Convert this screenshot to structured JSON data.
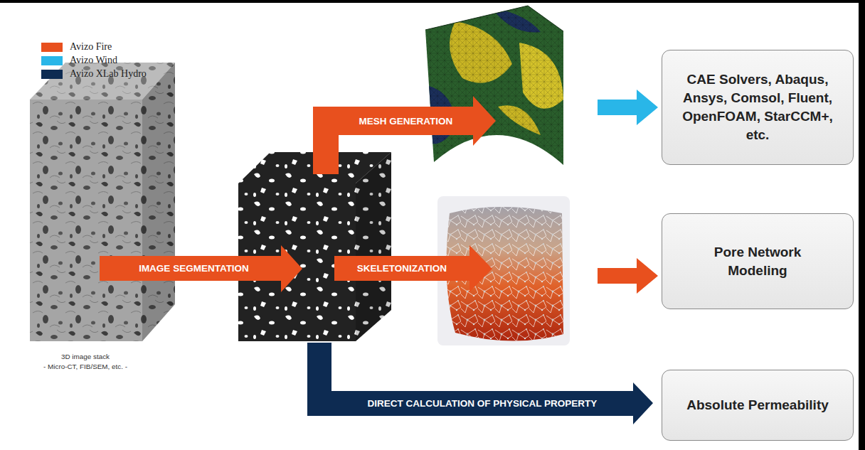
{
  "diagram": {
    "nodes": [
      {
        "text": [
          "CAE Solvers, Abaqus, Ansys, Comsol, Fluent, OpenFOAM, StarCCM+, etc."
        ]
      },
      {
        "text": [
          "Pore Network Modeling"
        ]
      },
      {
        "text": [
          "Absolute Permeability"
        ]
      }
    ],
    "labels": [
      "IMAGE SEGMENTATION",
      "MESH GENERATION",
      "SKELETONIZATION",
      "DIRECT CALCULATION OF PHYSICAL PROPERTY",
      "3D image stack",
      "- Micro-CT, FIB/SEM, etc. -"
    ],
    "legend": [
      {
        "text": "Avizo Fire",
        "color": "#e8501e"
      },
      {
        "text": "Avizo Wind",
        "color": "#29b6e8"
      },
      {
        "text": "Avizo XLab Hydro",
        "color": "#0d2b52"
      }
    ]
  }
}
